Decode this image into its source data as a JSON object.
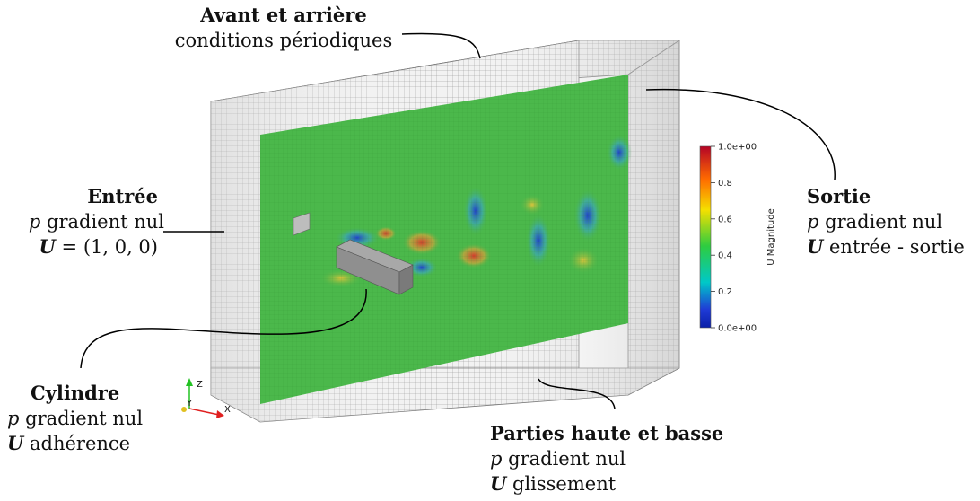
{
  "labels": {
    "avant": {
      "title": "Avant et arrière",
      "line1": "conditions périodiques"
    },
    "entree": {
      "title": "Entrée",
      "line1_var": "p",
      "line1_text": " gradient nul",
      "line2_var": "U",
      "line2_text": " = (1, 0, 0)"
    },
    "sortie": {
      "title": "Sortie",
      "line1_var": "p",
      "line1_text": " gradient nul",
      "line2_var": "U",
      "line2_text": " entrée - sortie"
    },
    "cylindre": {
      "title": "Cylindre",
      "line1_var": "p",
      "line1_text": " gradient nul",
      "line2_var": "U",
      "line2_text": " adhérence"
    },
    "parties": {
      "title": "Parties haute et basse",
      "line1_var": "p",
      "line1_text": " gradient nul",
      "line2_var": "U",
      "line2_text": " glissement"
    }
  },
  "colorbar": {
    "title": "U Magnitude",
    "ticks": [
      "1.0e+00",
      "0.8",
      "0.6",
      "0.4",
      "0.2",
      "0.0e+00"
    ],
    "colors": [
      "#b40426",
      "#ff8c00",
      "#f5e000",
      "#2ecc40",
      "#00c8c8",
      "#1f3bd6",
      "#0a1fa8"
    ]
  },
  "axes": {
    "z": "Z",
    "y": "Y",
    "x": "X"
  },
  "field_colors": {
    "base": "#4bb84b",
    "high": "#e0513a",
    "low": "#2d5fd1",
    "mid": "#e8d24a"
  }
}
